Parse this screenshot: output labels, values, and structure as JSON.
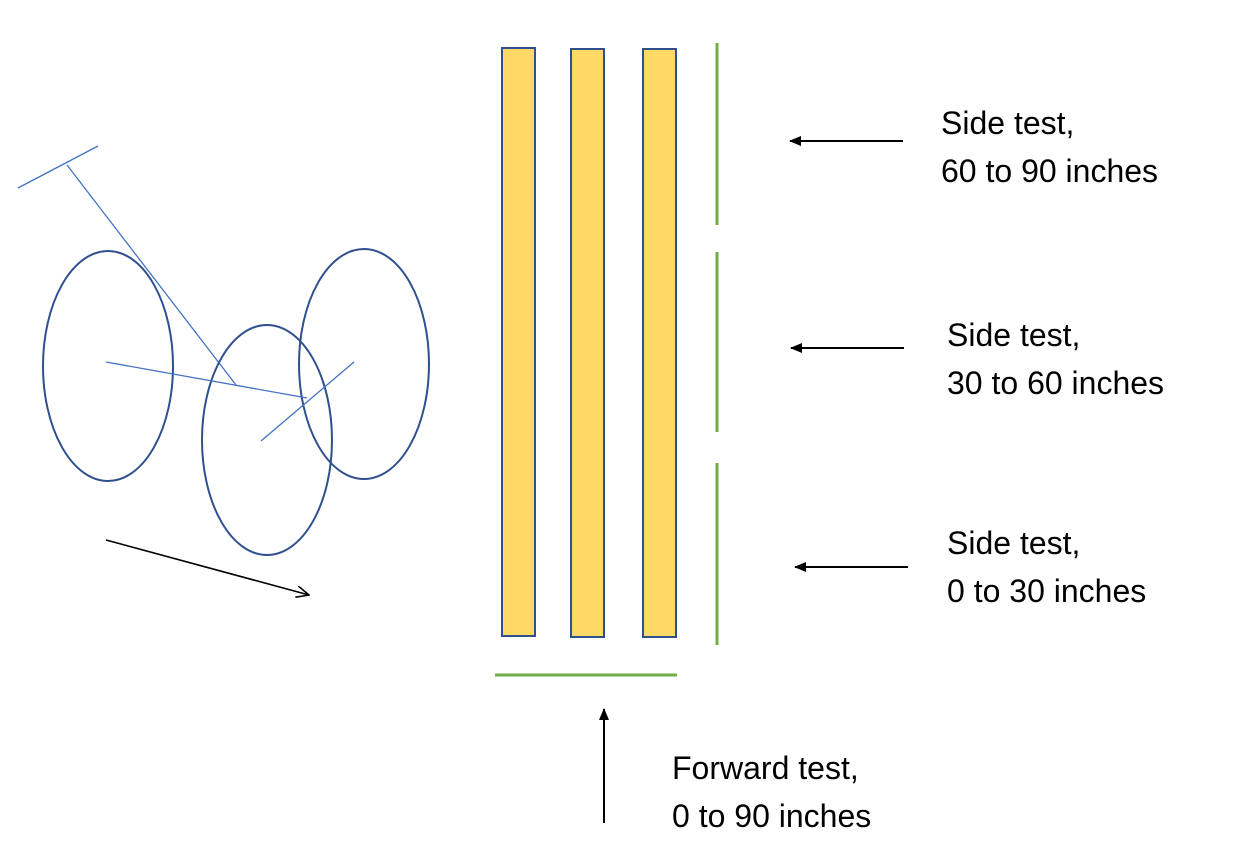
{
  "colors": {
    "background": "#ffffff",
    "bar_fill": "#ffd966",
    "bar_stroke": "#2f4f8f",
    "wheel_stroke": "#2f4f8f",
    "axle_stroke": "#4472c4",
    "test_line": "#70ad47",
    "arrow": "#000000"
  },
  "icons": {
    "vehicle": "vehicle-wheels-icon",
    "motion": "motion-arrow-icon",
    "test_arrow": "arrow-icon"
  },
  "labels": {
    "side_test_60_90": {
      "line1": "Side test,",
      "line2": "60 to 90 inches"
    },
    "side_test_30_60": {
      "line1": "Side test,",
      "line2": "30 to 60 inches"
    },
    "side_test_0_30": {
      "line1": "Side test,",
      "line2": "0 to 30 inches"
    },
    "forward_test_0_90": {
      "line1": "Forward test,",
      "line2": "0 to 90 inches"
    }
  }
}
